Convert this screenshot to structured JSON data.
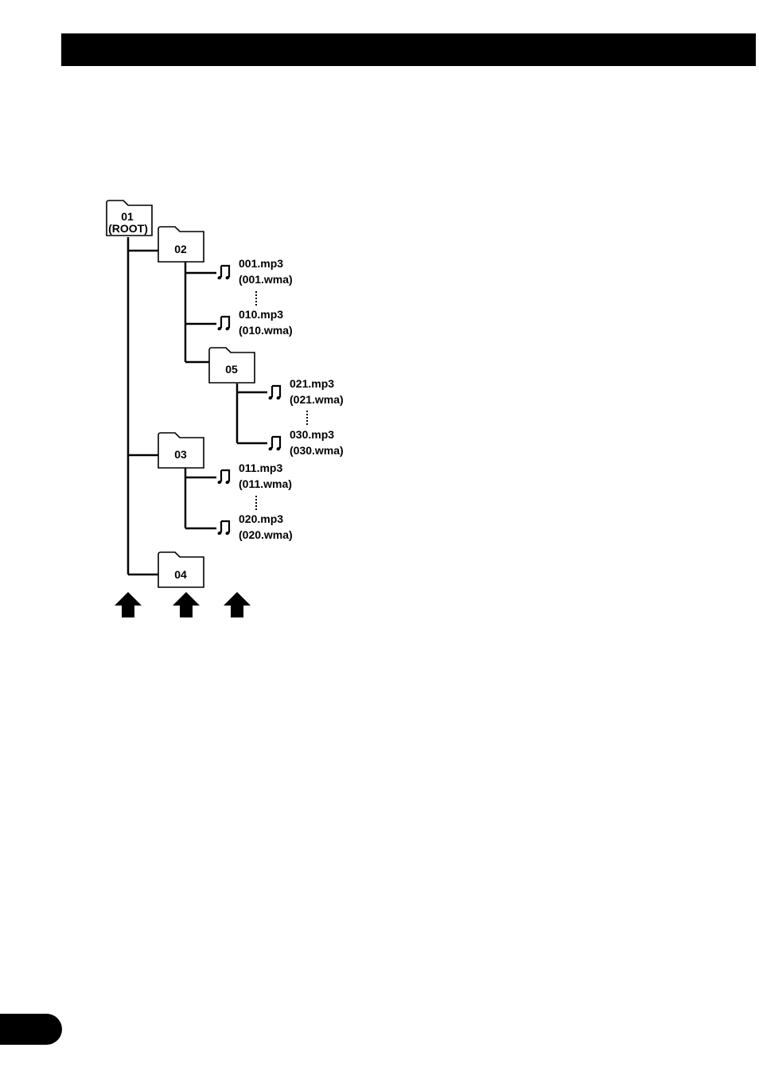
{
  "header": {
    "title": ""
  },
  "page_number": "",
  "tree": {
    "folders": [
      {
        "id": "f01",
        "line1": "01",
        "line2": "(ROOT)"
      },
      {
        "id": "f02",
        "label": "02"
      },
      {
        "id": "f05",
        "label": "05"
      },
      {
        "id": "f03",
        "label": "03"
      },
      {
        "id": "f04",
        "label": "04"
      }
    ],
    "files": [
      {
        "id": "a",
        "mp3": "001.mp3",
        "wma": "(001.wma)"
      },
      {
        "id": "b",
        "mp3": "010.mp3",
        "wma": "(010.wma)"
      },
      {
        "id": "c",
        "mp3": "021.mp3",
        "wma": "(021.wma)"
      },
      {
        "id": "d",
        "mp3": "030.mp3",
        "wma": "(030.wma)"
      },
      {
        "id": "e",
        "mp3": "011.mp3",
        "wma": "(011.wma)"
      },
      {
        "id": "f",
        "mp3": "020.mp3",
        "wma": "(020.wma)"
      }
    ],
    "level_arrows": 3
  },
  "colors": {
    "ink": "#000000",
    "paper": "#ffffff"
  }
}
